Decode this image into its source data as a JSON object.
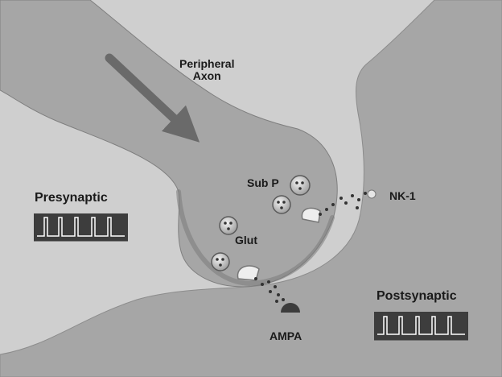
{
  "labels": {
    "peripheral_axon_line1": "Peripheral",
    "peripheral_axon_line2": "Axon",
    "presynaptic": "Presynaptic",
    "postsynaptic": "Postsynaptic",
    "sub_p": "Sub P",
    "glut": "Glut",
    "nk1": "NK-1",
    "ampa": "AMPA"
  },
  "colors": {
    "background": "#cfcfcf",
    "neuron_fill": "#a6a6a6",
    "terminal_fill": "#9e9e9e",
    "outline": "#6f6f6f",
    "dark": "#3c3c3c",
    "arrow": "#6a6a6a"
  },
  "icons": [
    "down-right-arrow",
    "action-potential-trace",
    "vesicle",
    "receptor"
  ]
}
